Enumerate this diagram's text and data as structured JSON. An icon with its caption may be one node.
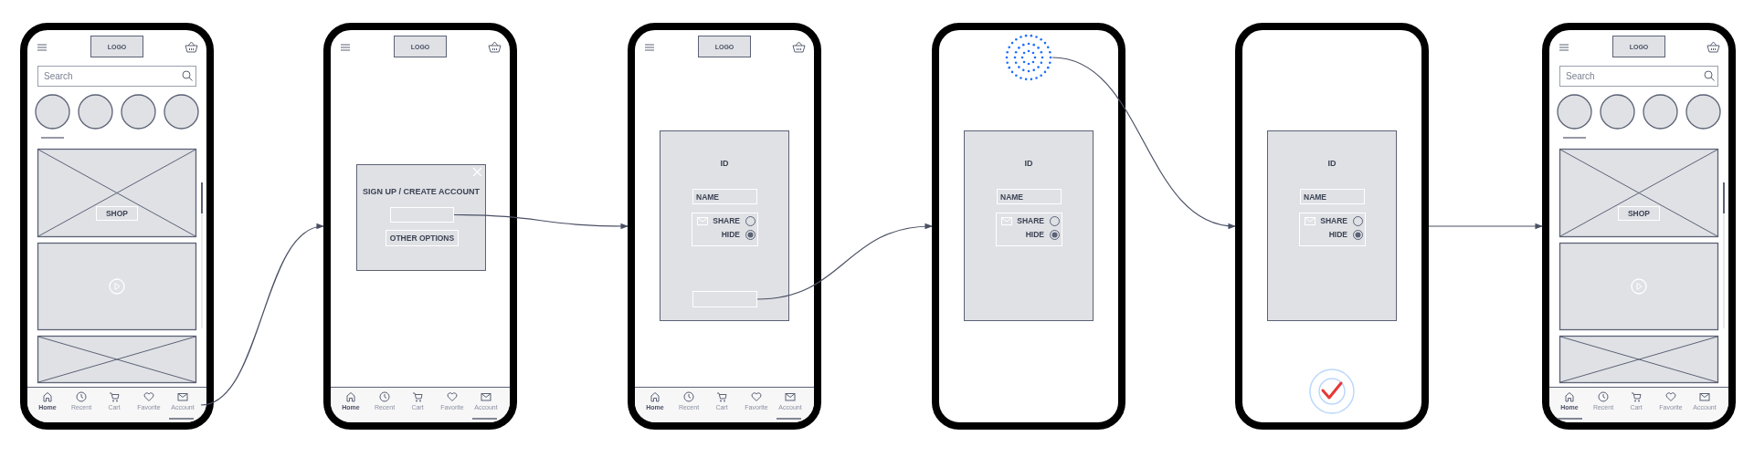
{
  "diagram": {
    "nodes": [
      {
        "text": [],
        "shape": "box"
      },
      {
        "text": [
          "LOGO"
        ],
        "in": 0
      },
      {
        "text": [
          "Search"
        ],
        "in": 0
      },
      {
        "text": [
          "SHOP"
        ],
        "in": 0
      },
      {
        "text": [
          "Account"
        ],
        "in": 0
      },
      {
        "text": [],
        "shape": "box"
      },
      {
        "text": [
          "LOGO"
        ],
        "in": 5
      },
      {
        "text": [
          "SIGN UP / CREATE ACCOUNT"
        ],
        "in": 5
      },
      {
        "text": [],
        "shape": "box",
        "in": 7
      },
      {
        "text": [
          "OTHER OPTIONS"
        ],
        "in": 7
      },
      {
        "text": [
          "Account"
        ],
        "in": 5
      },
      {
        "text": [],
        "shape": "box"
      },
      {
        "text": [
          "LOGO"
        ],
        "in": 11
      },
      {
        "text": [
          "ID"
        ],
        "in": 11
      },
      {
        "text": [
          "NAME"
        ],
        "in": 13
      },
      {
        "text": [
          "SHARE",
          "HIDE"
        ],
        "in": 13
      },
      {
        "text": [],
        "shape": "box",
        "in": 13
      },
      {
        "text": [
          "Account"
        ],
        "in": 11
      },
      {
        "text": [],
        "shape": "box"
      },
      {
        "text": [],
        "shape": "circle",
        "in": 18
      },
      {
        "text": [
          "ID"
        ],
        "in": 18
      },
      {
        "text": [
          "NAME"
        ],
        "in": 20
      },
      {
        "text": [
          "SHARE",
          "HIDE"
        ],
        "in": 20
      },
      {
        "text": [],
        "shape": "box"
      },
      {
        "text": [
          "ID"
        ],
        "in": 23
      },
      {
        "text": [
          "NAME"
        ],
        "in": 24
      },
      {
        "text": [
          "SHARE",
          "HIDE"
        ],
        "in": 24
      },
      {
        "text": [],
        "shape": "box"
      },
      {
        "text": [
          "LOGO"
        ],
        "in": 27
      },
      {
        "text": [
          "Search"
        ],
        "in": 27
      },
      {
        "text": [
          "SHOP"
        ],
        "in": 27
      },
      {
        "text": [
          "Account"
        ],
        "in": 27
      }
    ],
    "edges": [
      {
        "from": 4,
        "to": 5,
        "arrow": "to"
      },
      {
        "from": 8,
        "to": 11,
        "arrow": "to"
      },
      {
        "from": 16,
        "to": 18,
        "arrow": "to"
      },
      {
        "from": 19,
        "to": 23,
        "arrow": "to"
      },
      {
        "from": 23,
        "to": 27,
        "arrow": "to"
      }
    ],
    "labels": [
      "Home",
      "Recent",
      "Cart",
      "Favorite",
      "Home",
      "Recent",
      "Cart",
      "Favorite",
      "Home",
      "Recent",
      "Cart",
      "Favorite",
      "Home",
      "Recent",
      "Cart",
      "Favorite"
    ]
  }
}
